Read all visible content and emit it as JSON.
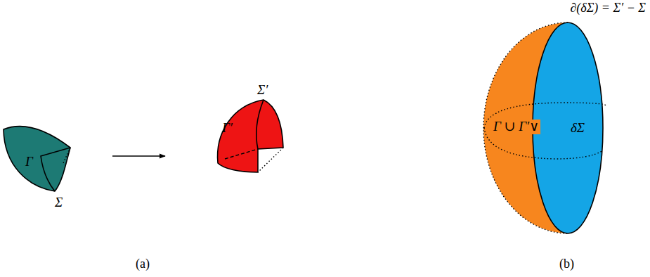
{
  "diagram": {
    "nodes": [
      {
        "text": [
          "Γ",
          "Σ"
        ]
      },
      {
        "text": [
          "Σ′",
          "Γ′"
        ]
      },
      {
        "text": [
          "Γ ∪ Γ′∨"
        ]
      },
      {
        "text": [
          "δΣ"
        ]
      }
    ],
    "edges": [
      {
        "from": 0,
        "to": 1,
        "arrow": "to"
      }
    ],
    "labels": [
      "(a)",
      "(b)",
      "∂(δΣ) = Σ′ − Σ"
    ]
  }
}
